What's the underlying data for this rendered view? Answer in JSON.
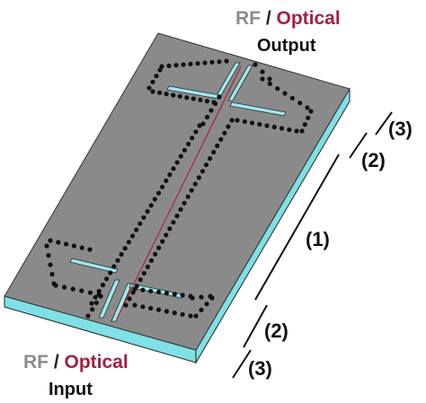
{
  "top_label": {
    "rf": "RF",
    "sep": " / ",
    "optical": "Optical",
    "sub": "Output"
  },
  "bottom_label": {
    "rf": "RF",
    "sep": " / ",
    "optical": "Optical",
    "sub": "Input"
  },
  "sections": [
    "(1)",
    "(2)",
    "(3)"
  ],
  "colors": {
    "substrate_top": "#8a8a8a",
    "substrate_edge": "#7fe0e6",
    "via": "#111111",
    "slot": "#9ee7ec",
    "waveguide": "#b0203f",
    "rf_text": "#8c8c8c",
    "optical_text": "#a31f44"
  }
}
